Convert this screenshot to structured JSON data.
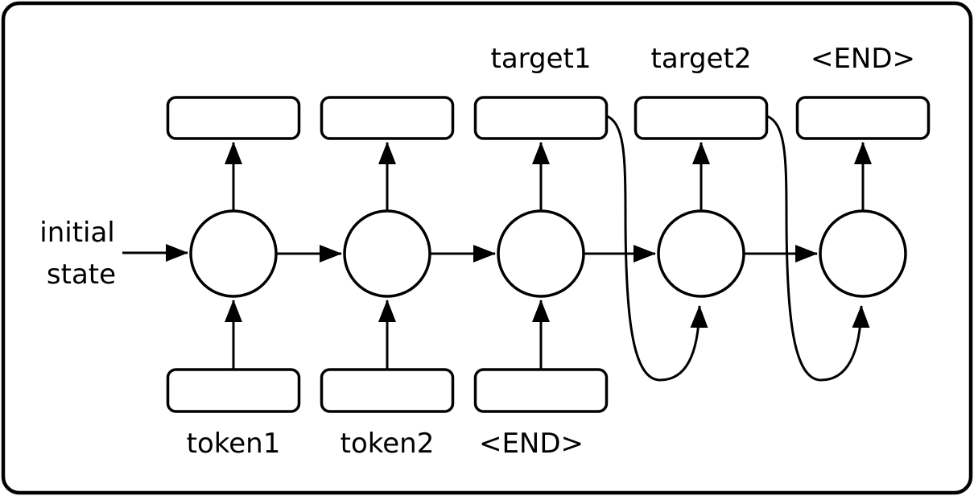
{
  "diagram": {
    "type": "seq2seq-rnn",
    "labels": {
      "initial_line1": "initial",
      "initial_line2": "state",
      "top": [
        "target1",
        "target2",
        "<END>"
      ],
      "bottom": [
        "token1",
        "token2",
        "<END>"
      ]
    },
    "node_semantics": {
      "circles": "rnn-cell",
      "top_boxes": "output-embedding-box",
      "bottom_boxes": "input-embedding-box"
    },
    "colors": {
      "stroke": "#000000",
      "background": "#ffffff"
    }
  }
}
